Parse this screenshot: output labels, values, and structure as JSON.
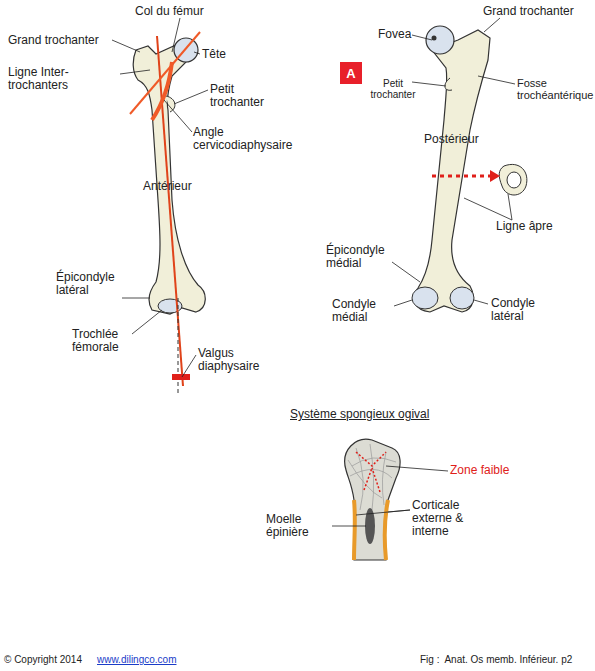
{
  "diagram": {
    "caption": "Fig :  Anat. Os memb. Inférieur. p2",
    "nodes": [
      {
        "text": [
          "A"
        ]
      }
    ],
    "labels": [
      "Col du fémur",
      "Grand trochanter",
      "Tête",
      "Ligne Inter-trochanters",
      "Petit trochanter",
      "Angle cervicodiaphysaire",
      "Antérieur",
      "Épicondyle latéral",
      "Trochlée fémorale",
      "Valgus diaphysaire",
      "Grand trochanter",
      "Fovea",
      "Petit trochanter",
      "Fosse trochéantérique",
      "Postérieur",
      "Ligne âpre",
      "Épicondyle médial",
      "Condyle médial",
      "Condyle latéral",
      "Système spongieux ogival",
      "Zone faible",
      "Moelle épinière",
      "Corticale externe & interne",
      "© Copyright 2014",
      "www.dilingco.com"
    ]
  }
}
